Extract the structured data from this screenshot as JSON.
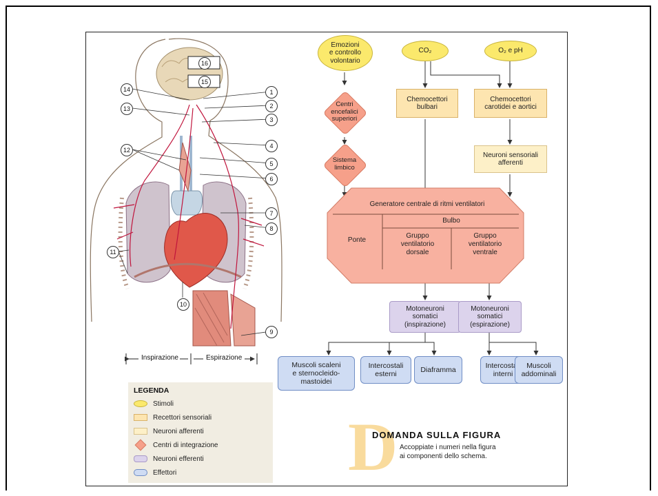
{
  "figure": {
    "stimuli": {
      "emotions": "Emozioni\ne controllo\nvolontario",
      "co2": "CO₂",
      "o2ph": "O₂ e pH"
    },
    "integration": {
      "higher_centers": "Centri\nencefalici\nsuperiori",
      "limbic": "Sistema\nlimbico"
    },
    "receptors": {
      "bulbar": "Chemocettori\nbulbari",
      "carotid": "Chemocettori\ncarotidei e aortici"
    },
    "afferent": "Neuroni sensoriali\nafferenti",
    "generator": {
      "title": "Generatore centrale di ritmi ventilatori",
      "pons": "Ponte",
      "medulla": "Bulbo",
      "dorsal": "Gruppo\nventilatorio\ndorsale",
      "ventral": "Gruppo\nventilatorio\nventrale"
    },
    "motor": {
      "insp": "Motoneuroni\nsomatici\n(inspirazione)",
      "exp": "Motoneuroni\nsomatici\n(espirazione)"
    },
    "effectors": {
      "scalene": "Muscoli scaleni\ne sternocleido-\nmastoidei",
      "ext_intercostal": "Intercostali\nesterni",
      "diaphragm": "Diaframma",
      "int_intercostal": "Intercostali\ninterni",
      "abdominal": "Muscoli\naddominali"
    },
    "phases": {
      "inspiration": "Inspirazione",
      "expiration": "Espirazione"
    },
    "callouts": [
      "1",
      "2",
      "3",
      "4",
      "5",
      "6",
      "7",
      "8",
      "9",
      "10",
      "11",
      "12",
      "13",
      "14",
      "15",
      "16"
    ],
    "legend": {
      "title": "LEGENDA",
      "items": [
        "Stimoli",
        "Recettori sensoriali",
        "Neuroni afferenti",
        "Centri di integrazione",
        "Neuroni efferenti",
        "Effettori"
      ]
    },
    "question": {
      "letter": "D",
      "title": "DOMANDA SULLA FIGURA",
      "text": "Accoppiate i numeri nella figura\nai componenti dello schema."
    },
    "colors": {
      "stimuli": "#fbe96c",
      "receptors": "#fde5b0",
      "afferent": "#fdf0c8",
      "integration": "#f6a08a",
      "efferent": "#dcd3ec",
      "effectors": "#cfdcf3",
      "nerve": "#c0143c"
    }
  }
}
